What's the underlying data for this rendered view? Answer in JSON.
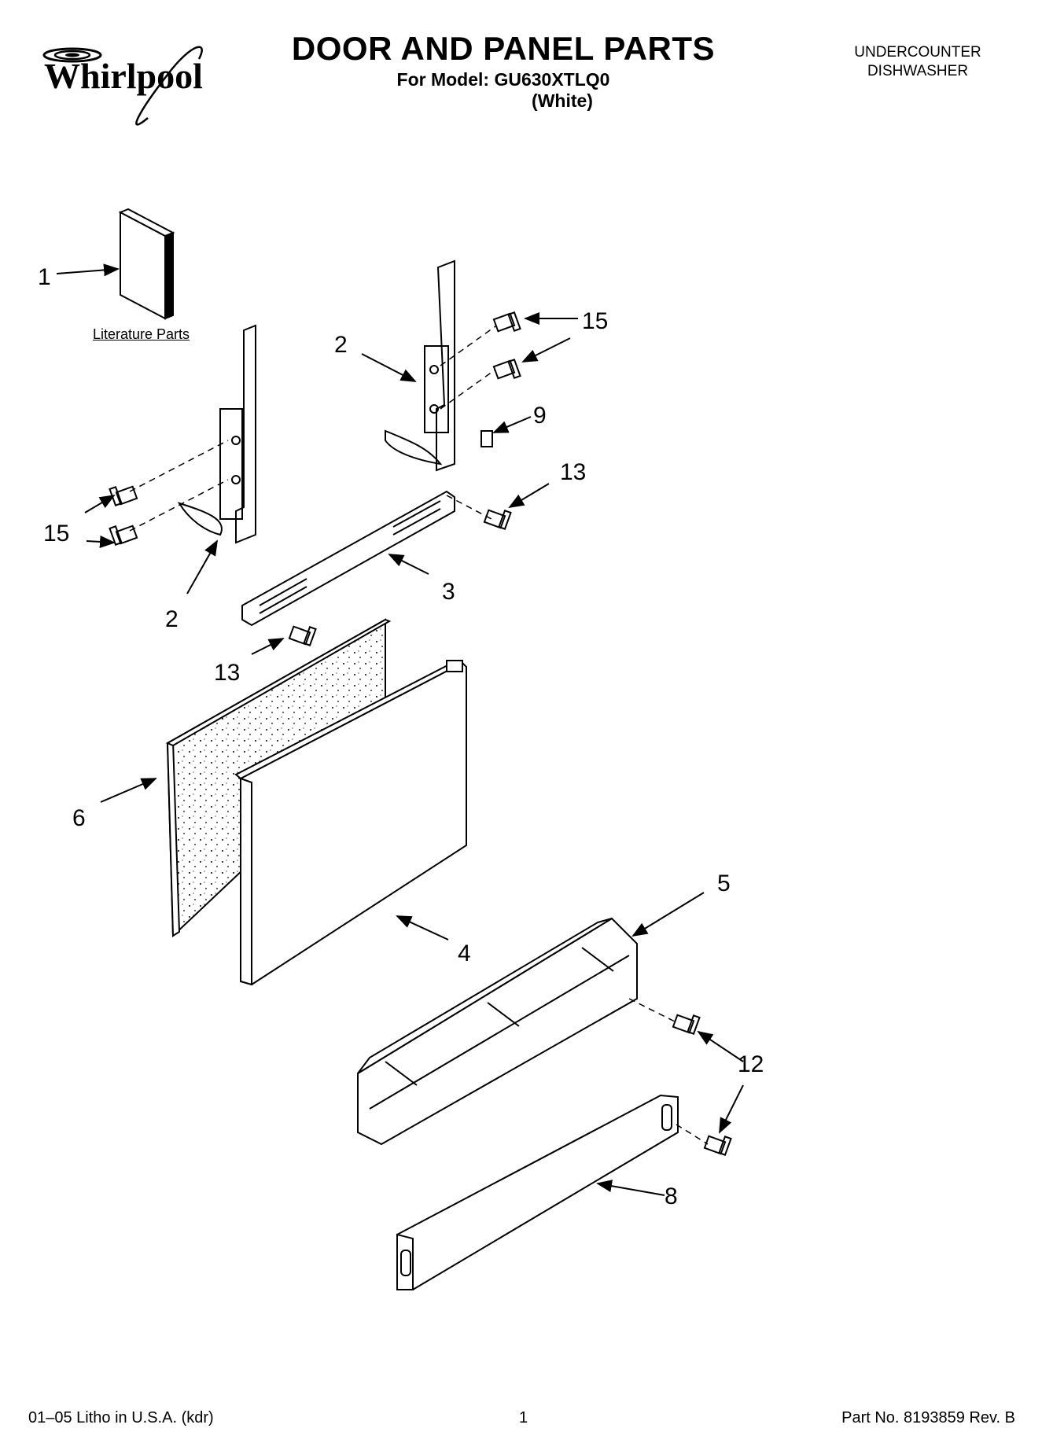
{
  "header": {
    "brand": "Whirlpool",
    "title": "DOOR AND PANEL PARTS",
    "model_line": "For Model: GU630XTLQ0",
    "color": "(White)",
    "category_line1": "UNDERCOUNTER",
    "category_line2": "DISHWASHER"
  },
  "diagram": {
    "literature_label": "Literature Parts",
    "callouts": {
      "c1": "1",
      "c2a": "2",
      "c2b": "2",
      "c3": "3",
      "c4": "4",
      "c5": "5",
      "c6": "6",
      "c8": "8",
      "c9": "9",
      "c12": "12",
      "c13a": "13",
      "c13b": "13",
      "c15a": "15",
      "c15b": "15"
    }
  },
  "footer": {
    "left": "01–05 Litho in U.S.A. (kdr)",
    "page": "1",
    "right": "Part No. 8193859 Rev. B"
  }
}
